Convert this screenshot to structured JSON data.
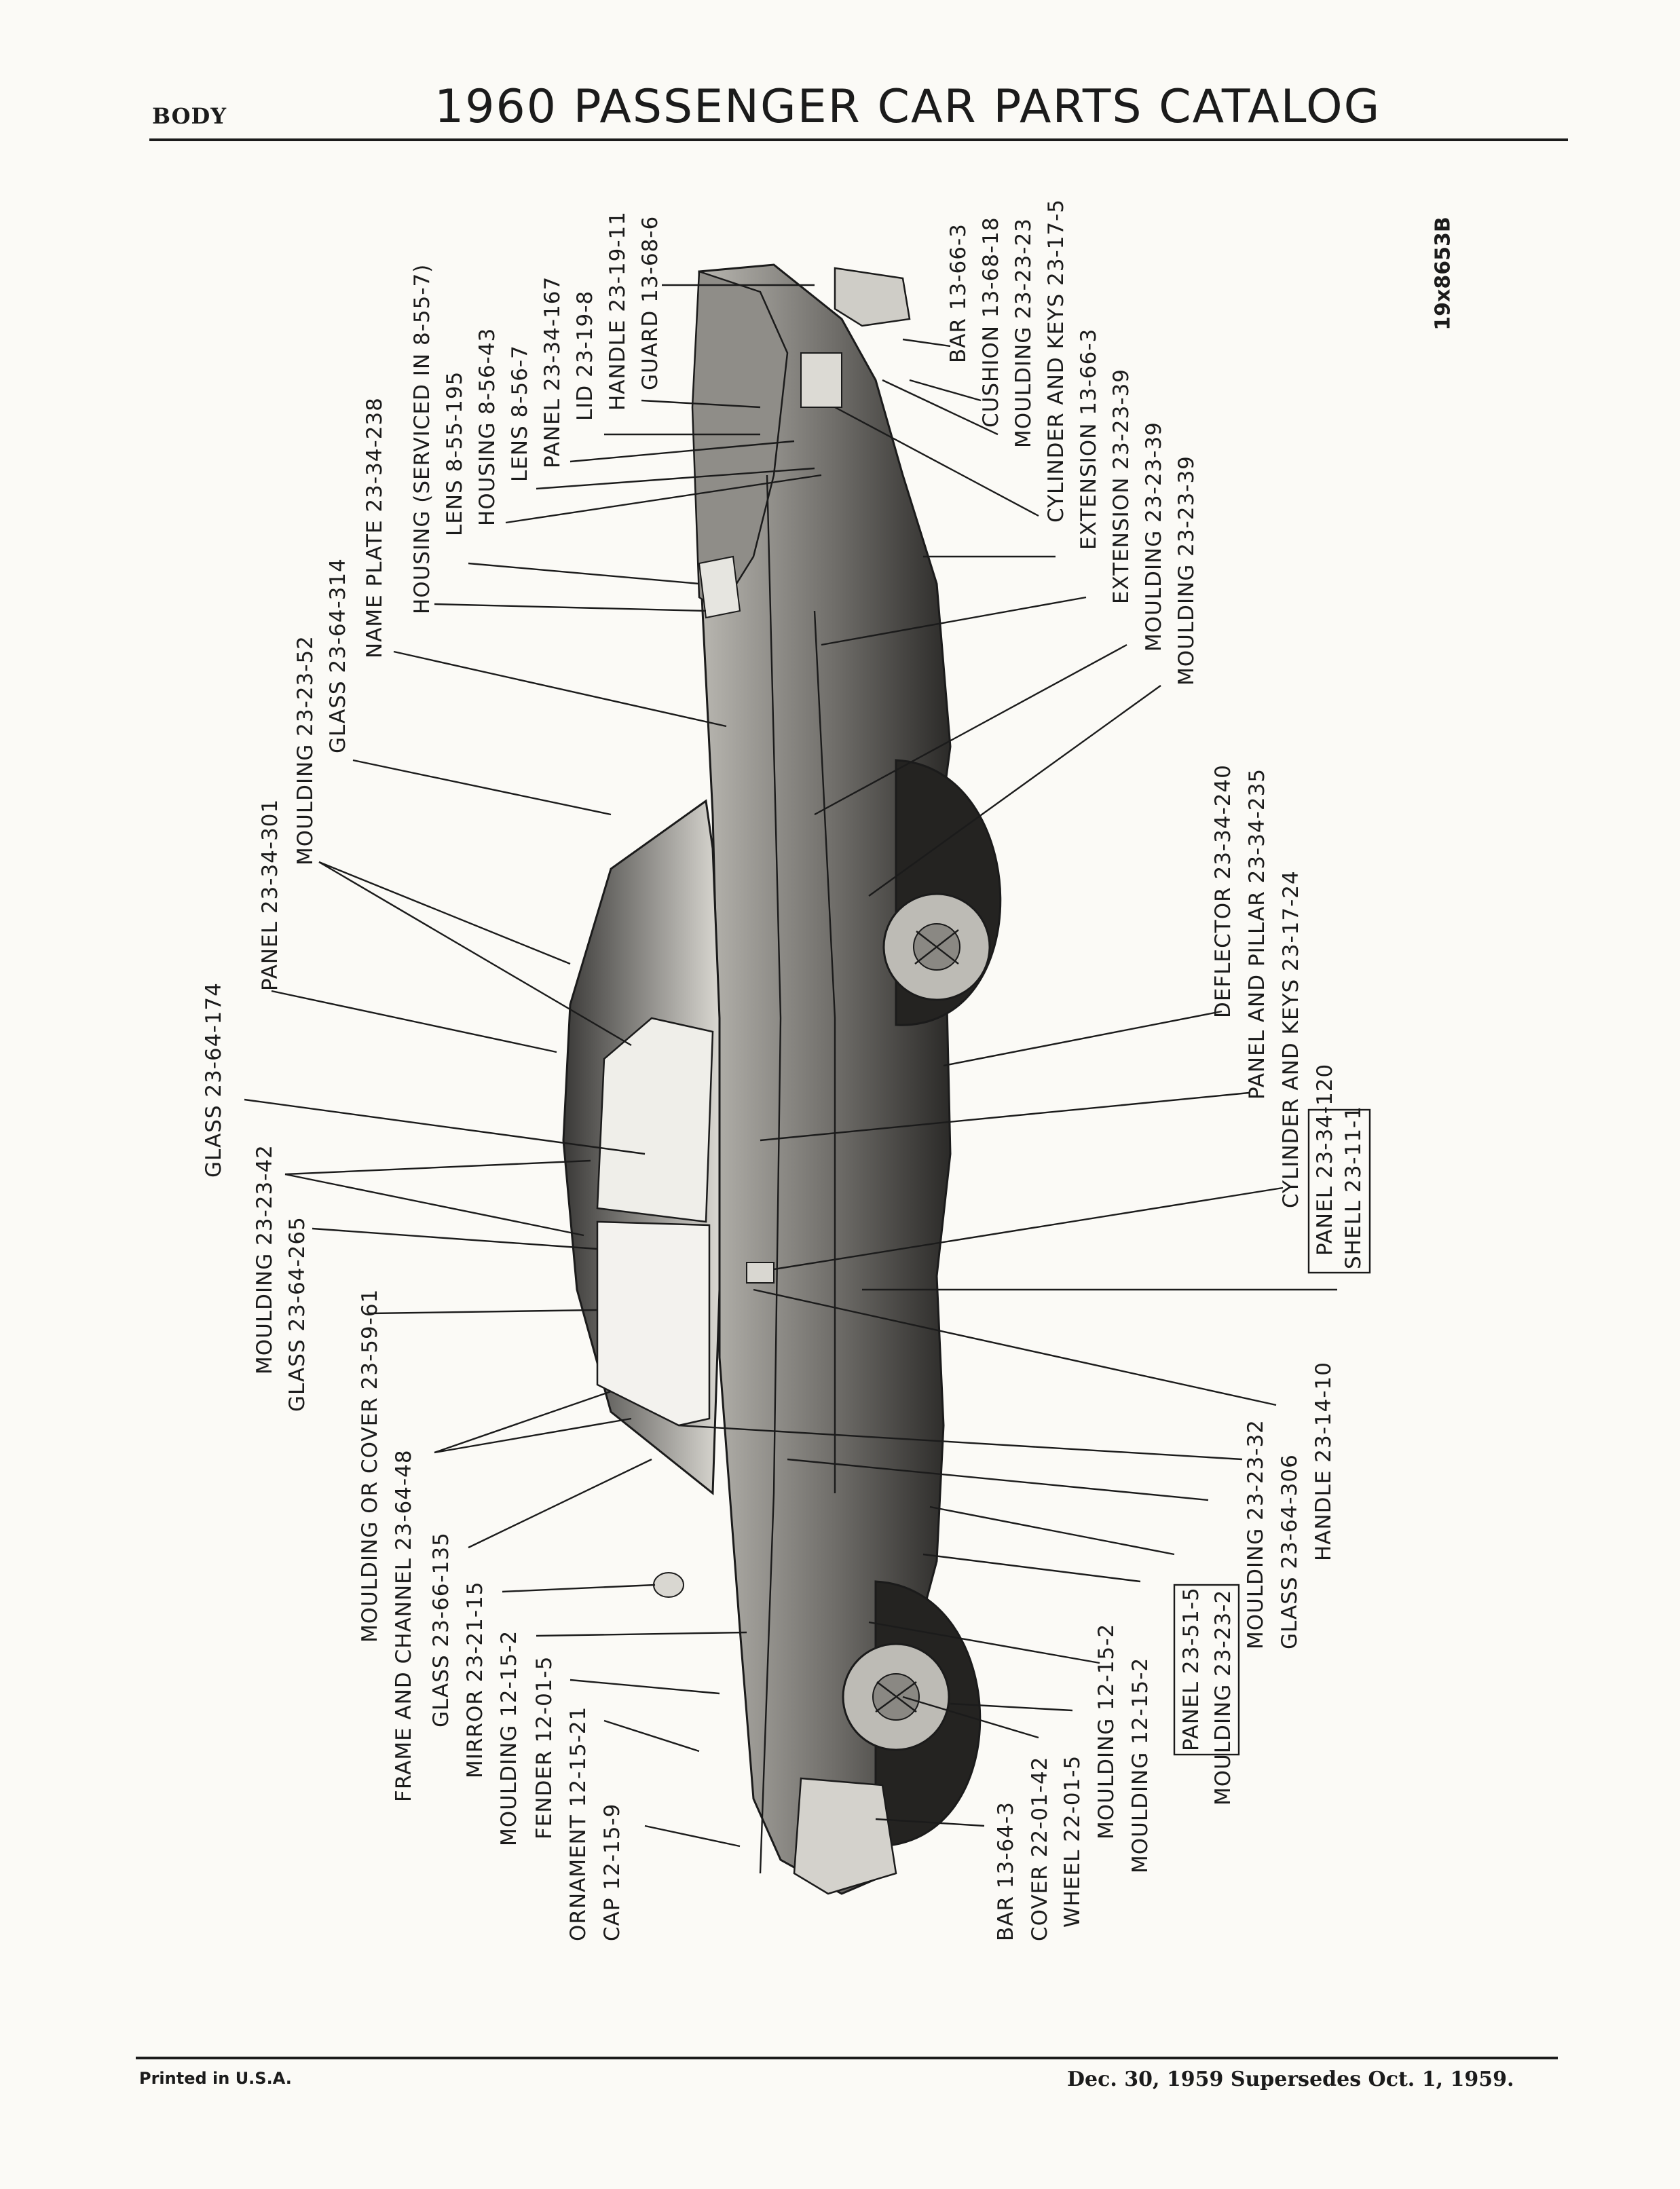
{
  "header": {
    "section": "BODY",
    "title": "1960 PASSENGER CAR PARTS CATALOG",
    "figure_code": "19x8653B"
  },
  "callouts": [
    {
      "label": "BAR 13-66-3"
    },
    {
      "label": "CUSHION 13-68-18"
    },
    {
      "label": "MOULDING 23-23-23"
    },
    {
      "label": "CYLINDER AND KEYS 23-17-5"
    },
    {
      "label": "EXTENSION 13-66-3"
    },
    {
      "label": "EXTENSION 23-23-39"
    },
    {
      "label": "MOULDING 23-23-39"
    },
    {
      "label": "MOULDING 23-23-39"
    },
    {
      "label": "GUARD 13-68-6"
    },
    {
      "label": "HANDLE 23-19-11"
    },
    {
      "label": "LID 23-19-8"
    },
    {
      "label": "PANEL 23-34-167"
    },
    {
      "label": "LENS 8-56-7"
    },
    {
      "label": "HOUSING 8-56-43"
    },
    {
      "label": "LENS 8-55-195"
    },
    {
      "label": "HOUSING (SERVICED IN 8-55-7)"
    },
    {
      "label": "NAME PLATE 23-34-238"
    },
    {
      "label": "GLASS 23-64-314"
    },
    {
      "label": "MOULDING 23-23-52"
    },
    {
      "label": "PANEL 23-34-301"
    },
    {
      "label": "GLASS 23-64-174"
    },
    {
      "label": "MOULDING 23-23-42"
    },
    {
      "label": "GLASS 23-64-265"
    },
    {
      "label": "MOULDING OR COVER 23-59-61"
    },
    {
      "label": "FRAME AND CHANNEL 23-64-48"
    },
    {
      "label": "GLASS 23-66-135"
    },
    {
      "label": "MIRROR 23-21-15"
    },
    {
      "label": "MOULDING 12-15-2"
    },
    {
      "label": "FENDER 12-01-5"
    },
    {
      "label": "ORNAMENT 12-15-21"
    },
    {
      "label": "CAP 12-15-9"
    },
    {
      "label": "DEFLECTOR 23-34-240"
    },
    {
      "label": "PANEL AND PILLAR 23-34-235"
    },
    {
      "label": "CYLINDER AND KEYS 23-17-24"
    },
    {
      "label": "PANEL 23-34-120"
    },
    {
      "label": "SHELL 23-11-1"
    },
    {
      "label": "HANDLE 23-14-10"
    },
    {
      "label": "GLASS 23-64-306"
    },
    {
      "label": "MOULDING 23-23-32"
    },
    {
      "label": "PANEL 23-51-5"
    },
    {
      "label": "MOULDING 23-23-2"
    },
    {
      "label": "MOULDING 12-15-2"
    },
    {
      "label": "MOULDING 12-15-2"
    },
    {
      "label": "WHEEL 22-01-5"
    },
    {
      "label": "COVER 22-01-42"
    },
    {
      "label": "BAR 13-64-3"
    }
  ],
  "footer": {
    "printed": "Printed in U.S.A.",
    "date_note": "Dec. 30, 1959 Supersedes Oct. 1, 1959."
  }
}
